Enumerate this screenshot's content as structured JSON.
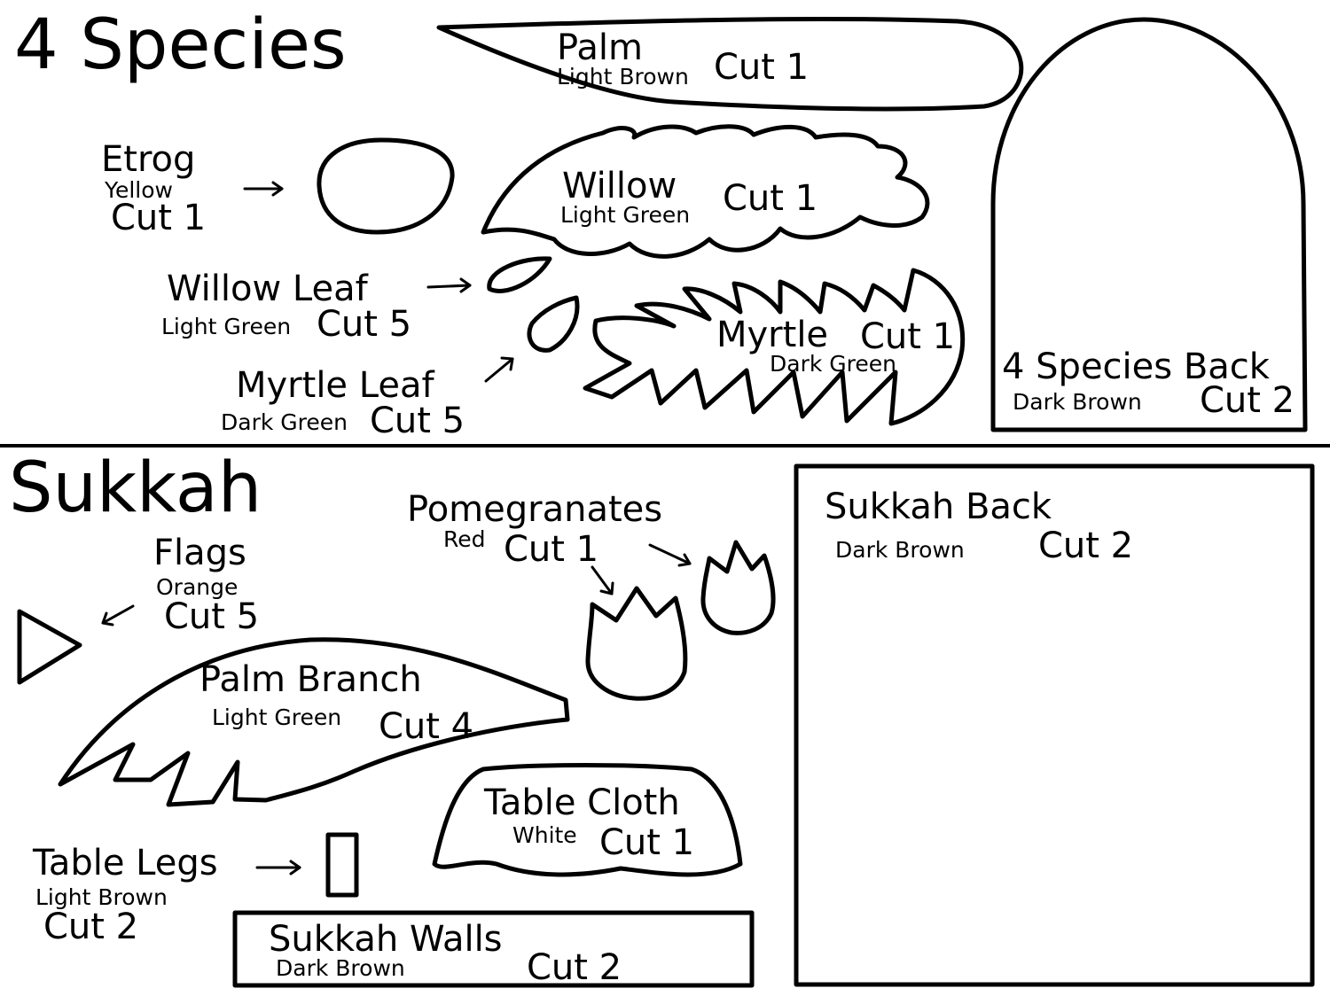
{
  "sections": {
    "four_species": {
      "title": "4 Species"
    },
    "sukkah": {
      "title": "Sukkah"
    }
  },
  "pieces": {
    "palm": {
      "name": "Palm",
      "color": "Light Brown",
      "cut": "Cut 1"
    },
    "etrog": {
      "name": "Etrog",
      "color": "Yellow",
      "cut": "Cut 1"
    },
    "willow": {
      "name": "Willow",
      "color": "Light Green",
      "cut": "Cut 1"
    },
    "willow_leaf": {
      "name": "Willow Leaf",
      "color": "Light Green",
      "cut": "Cut 5"
    },
    "myrtle": {
      "name": "Myrtle",
      "color": "Dark Green",
      "cut": "Cut 1"
    },
    "myrtle_leaf": {
      "name": "Myrtle Leaf",
      "color": "Dark Green",
      "cut": "Cut 5"
    },
    "species_back": {
      "name": "4 Species Back",
      "color": "Dark Brown",
      "cut": "Cut 2"
    },
    "flags": {
      "name": "Flags",
      "color": "Orange",
      "cut": "Cut 5"
    },
    "pomegranates": {
      "name": "Pomegranates",
      "color": "Red",
      "cut": "Cut 1"
    },
    "palm_branch": {
      "name": "Palm Branch",
      "color": "Light Green",
      "cut": "Cut 4"
    },
    "table_cloth": {
      "name": "Table Cloth",
      "color": "White",
      "cut": "Cut 1"
    },
    "table_legs": {
      "name": "Table Legs",
      "color": "Light Brown",
      "cut": "Cut 2"
    },
    "sukkah_walls": {
      "name": "Sukkah Walls",
      "color": "Dark Brown",
      "cut": "Cut 2"
    },
    "sukkah_back": {
      "name": "Sukkah Back",
      "color": "Dark Brown",
      "cut": "Cut 2"
    }
  }
}
